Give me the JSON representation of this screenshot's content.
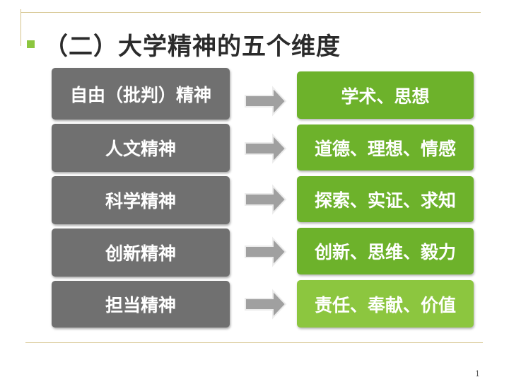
{
  "slide": {
    "title": "（二）大学精神的五个维度",
    "page_number": "1",
    "colors": {
      "title_text": "#2b2b2b",
      "bullet": "#8cc63f",
      "left_box": "#707070",
      "right_box": "#6db22b",
      "right_box_highlight": "#8cc63f",
      "arrow": "#a0a0a0",
      "frame_line": "#d4c38a"
    }
  },
  "rows": [
    {
      "spirit": "自由（批判）精神",
      "content": "学术、思想"
    },
    {
      "spirit": "人文精神",
      "content": "道德、理想、情感"
    },
    {
      "spirit": "科学精神",
      "content": "探索、实证、求知"
    },
    {
      "spirit": "创新精神",
      "content": "创新、思维、毅力"
    },
    {
      "spirit": "担当精神",
      "content": "责任、奉献、价值"
    }
  ]
}
